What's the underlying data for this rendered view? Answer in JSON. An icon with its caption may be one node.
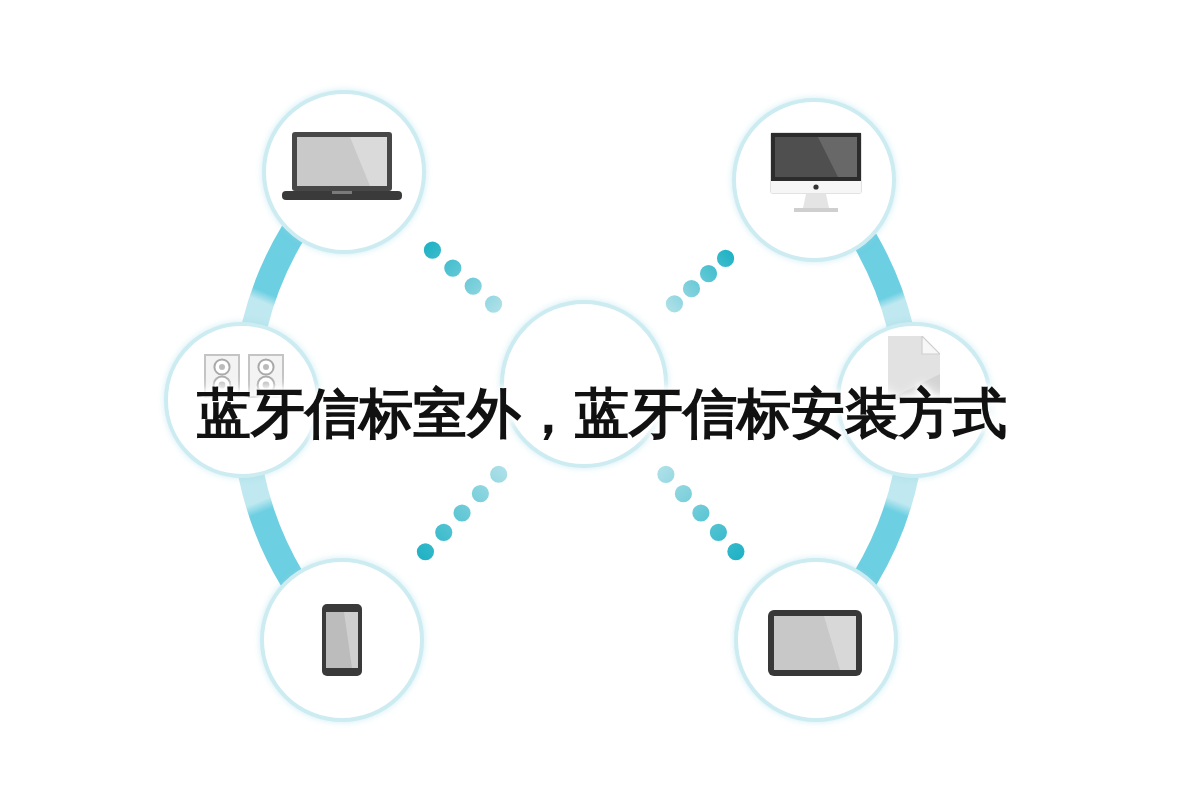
{
  "diagram": {
    "title": "蓝牙信标室外，蓝牙信标安装方式",
    "nodes": [
      {
        "text": [],
        "shape": "circle"
      },
      {
        "text": [],
        "shape": "circle"
      },
      {
        "text": [],
        "shape": "circle"
      },
      {
        "text": [],
        "shape": "circle"
      },
      {
        "text": [],
        "shape": "circle"
      },
      {
        "text": [],
        "shape": "circle"
      },
      {
        "text": [],
        "shape": "circle"
      }
    ],
    "edges": [
      {
        "from": 0,
        "to": 2,
        "arrow": "none",
        "style": "thick"
      },
      {
        "from": 2,
        "to": 5,
        "arrow": "none",
        "style": "thick"
      },
      {
        "from": 1,
        "to": 4,
        "arrow": "none",
        "style": "thick"
      },
      {
        "from": 4,
        "to": 6,
        "arrow": "none",
        "style": "thick"
      },
      {
        "from": 3,
        "to": 0,
        "arrow": "none",
        "style": "dashed"
      },
      {
        "from": 3,
        "to": 1,
        "arrow": "none",
        "style": "dashed"
      },
      {
        "from": 3,
        "to": 5,
        "arrow": "none",
        "style": "dashed"
      },
      {
        "from": 3,
        "to": 6,
        "arrow": "none",
        "style": "dashed"
      }
    ]
  }
}
